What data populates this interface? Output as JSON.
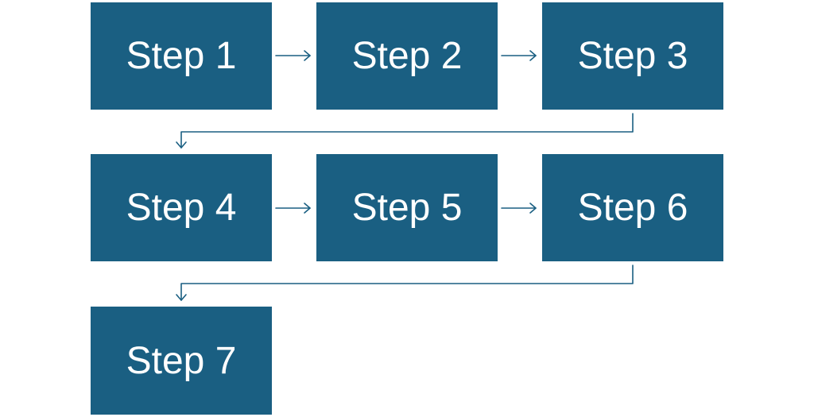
{
  "diagram": {
    "steps": [
      {
        "label": "Step 1"
      },
      {
        "label": "Step 2"
      },
      {
        "label": "Step 3"
      },
      {
        "label": "Step 4"
      },
      {
        "label": "Step 5"
      },
      {
        "label": "Step 6"
      },
      {
        "label": "Step 7"
      }
    ],
    "colors": {
      "box_fill": "#1a5f82",
      "box_text": "#ffffff",
      "connector": "#1a5f82",
      "background": "#ffffff"
    }
  }
}
